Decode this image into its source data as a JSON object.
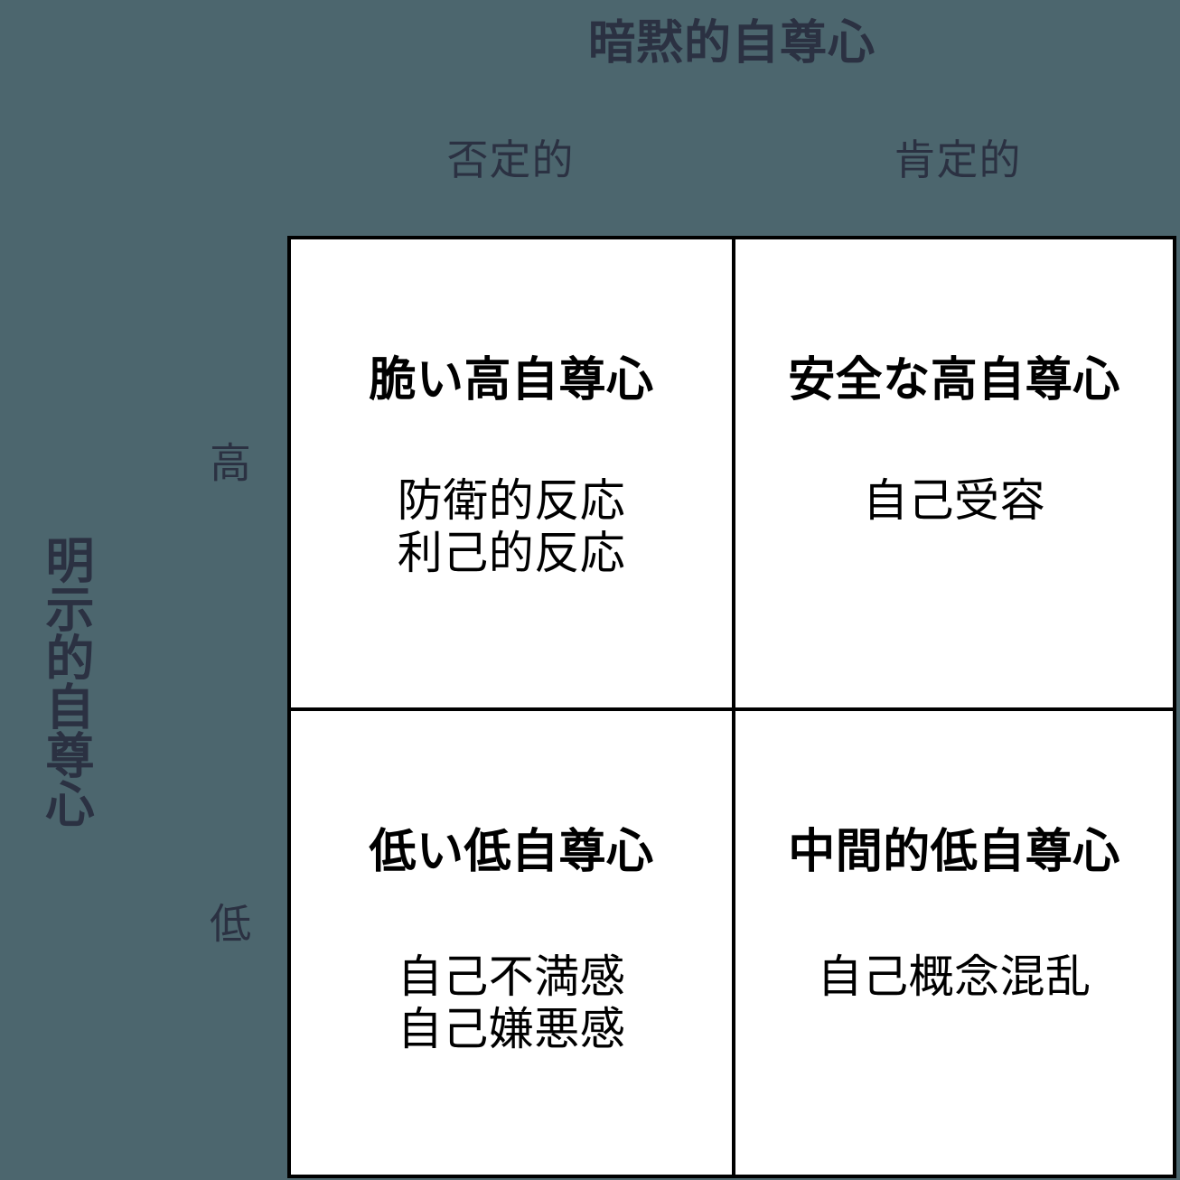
{
  "background_color": "#4c666e",
  "label_color": "#2b3142",
  "cell_text_color": "#000000",
  "border_color": "#000000",
  "axes": {
    "column_axis_title": "暗黙的自尊心",
    "column_headers": [
      {
        "label": "否定的"
      },
      {
        "label": "肯定的"
      }
    ],
    "row_axis_title": "明示的自尊心",
    "row_labels": [
      {
        "label": "高"
      },
      {
        "label": "低"
      }
    ]
  },
  "matrix": {
    "cells": [
      {
        "id": "high-negative",
        "title": "脆い高自尊心",
        "lines": [
          "防衛的反応",
          "利己的反応"
        ]
      },
      {
        "id": "high-positive",
        "title": "安全な高自尊心",
        "lines": [
          "自己受容"
        ]
      },
      {
        "id": "low-negative",
        "title": "低い低自尊心",
        "lines": [
          "自己不満感",
          "自己嫌悪感"
        ]
      },
      {
        "id": "low-positive",
        "title": "中間的低自尊心",
        "lines": [
          "自己概念混乱"
        ]
      }
    ]
  }
}
